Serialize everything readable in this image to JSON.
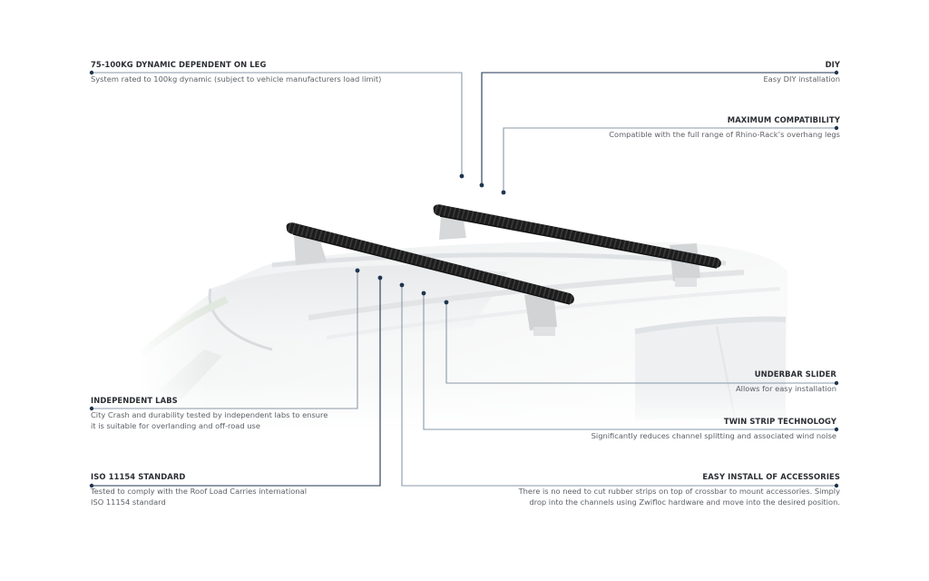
{
  "colors": {
    "connector_dark": "#1f3550",
    "connector_light": "#8a99a8",
    "title_text": "#2b2e33",
    "desc_text": "#5c6067",
    "crossbar": "#1c1c1c"
  },
  "illustration": {
    "subject": "car roof with two black crossbars on grey feet",
    "icon": "roof-rack-illustration"
  },
  "callouts": {
    "load": {
      "title": "75-100KG DYNAMIC DEPENDENT ON LEG",
      "desc": "System rated to 100kg dynamic (subject to vehicle manufacturers load limit)"
    },
    "diy": {
      "title": "DIY",
      "desc": "Easy DIY installation"
    },
    "compatibility": {
      "title": "MAXIMUM COMPATIBILITY",
      "desc": "Compatible with the full range of Rhino-Rack’s overhang  legs"
    },
    "labs": {
      "title": "INDEPENDENT LABS",
      "desc_line1": "City Crash and durability tested by independent labs to ensure",
      "desc_line2": "it is suitable for overlanding and off-road use"
    },
    "iso": {
      "title": "ISO 11154 STANDARD",
      "desc_line1": "Tested to comply with the Roof Load Carries international",
      "desc_line2": "ISO 11154 standard"
    },
    "slider": {
      "title": "UNDERBAR SLIDER",
      "desc": "Allows for easy installation"
    },
    "twin_strip": {
      "title": "TWIN STRIP TECHNOLOGY",
      "desc": "Significantly reduces channel splitting and associated wind noise"
    },
    "accessories": {
      "title": "EASY INSTALL OF ACCESSORIES",
      "desc_line1": "There is no need to cut rubber strips on top of crossbar to mount accessories. Simply",
      "desc_line2": "drop into the channels using Zwifloc hardware and move into the desired position."
    }
  }
}
